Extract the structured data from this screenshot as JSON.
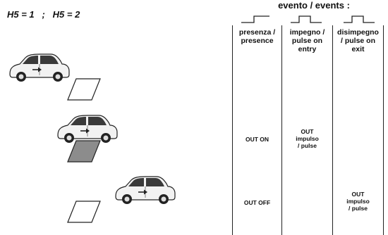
{
  "header": {
    "h5_label": "H5 = 1   ;   H5 = 2",
    "events_title": "evento / events :"
  },
  "columns": [
    {
      "label": "presenza /\npresence",
      "signal_icon": "step-rise-icon"
    },
    {
      "label": "impegno /\npulse on\nentry",
      "signal_icon": "pulse-icon"
    },
    {
      "label": "disimpegno\n/ pulse on\nexit",
      "signal_icon": "pulse-icon"
    }
  ],
  "rows": [
    {
      "scene": "car-approaching-empty-loop",
      "cells": [
        "",
        "",
        ""
      ]
    },
    {
      "scene": "car-on-loop",
      "cells": [
        "OUT ON",
        "OUT\nimpulso\n/ pulse",
        ""
      ]
    },
    {
      "scene": "car-leaving-loop",
      "cells": [
        "OUT OFF",
        "",
        "OUT\nimpulso\n/ pulse"
      ]
    }
  ],
  "colors": {
    "line": "#222222",
    "loop_active": "#8c8c8c",
    "car_body": "#f2f2f2",
    "car_window": "#3a3a3a"
  }
}
